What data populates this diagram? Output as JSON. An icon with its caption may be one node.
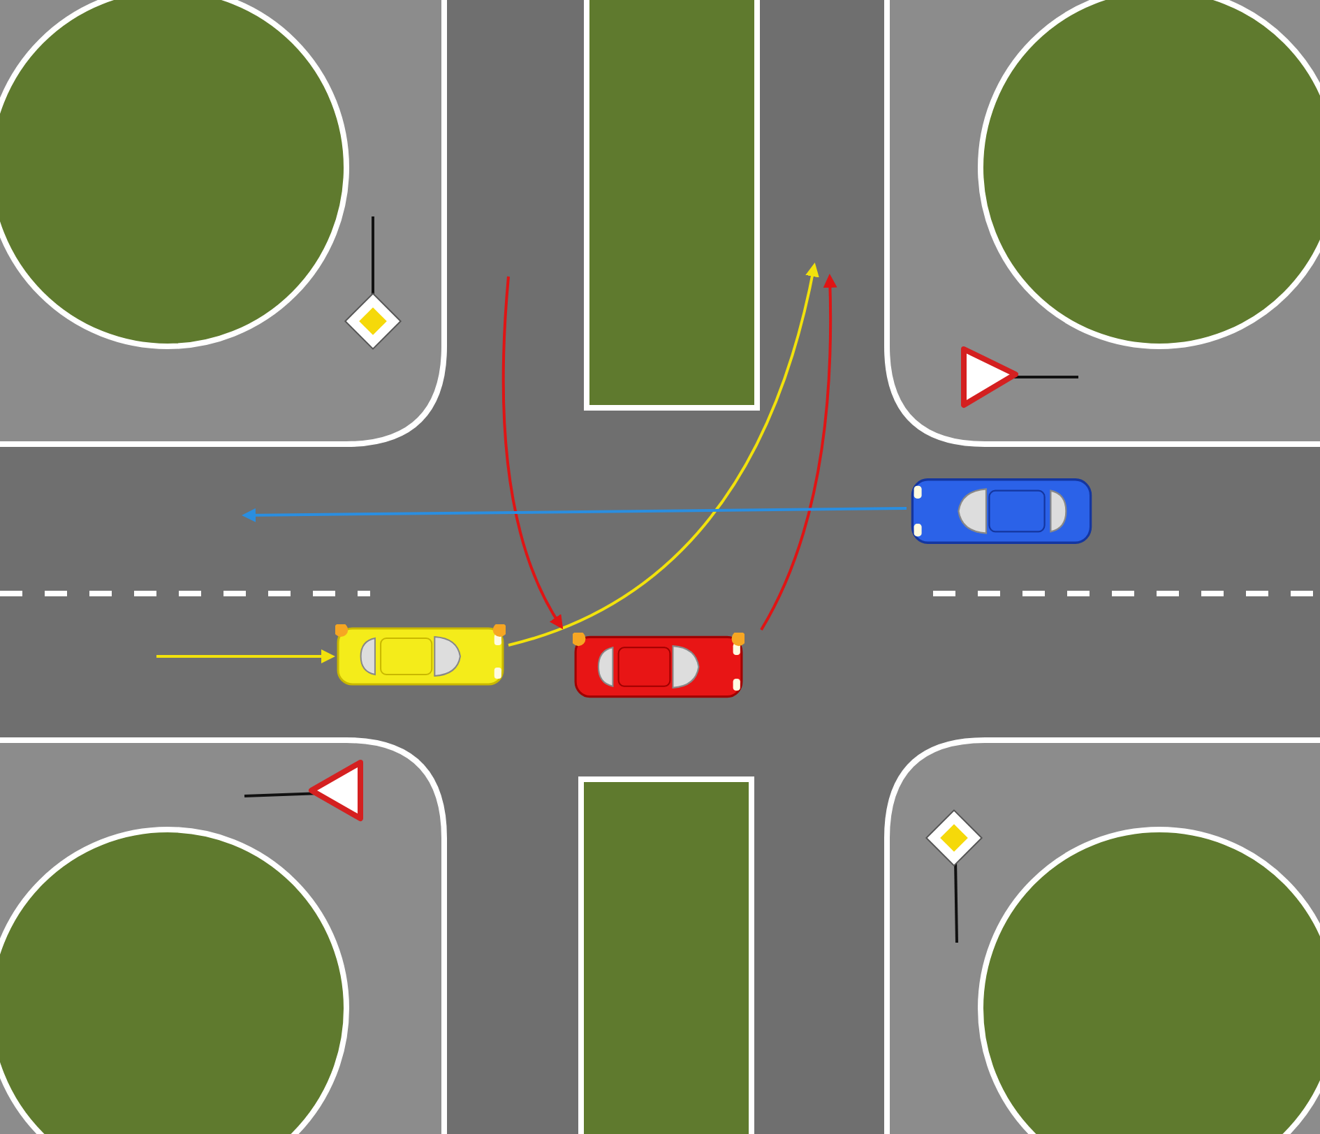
{
  "diagram": {
    "nodes": [
      {
        "text": [],
        "shape": "car"
      },
      {
        "text": [],
        "shape": "car"
      },
      {
        "text": [],
        "shape": "car"
      }
    ],
    "edges": [
      {
        "from": null,
        "to": 0,
        "arrow": "to",
        "color": "#f2e20c"
      },
      {
        "from": 0,
        "to": null,
        "arrow": "to",
        "color": "#f2e20c"
      },
      {
        "from": null,
        "to": 1,
        "arrow": "to",
        "color": "#e01414"
      },
      {
        "from": 1,
        "to": null,
        "arrow": "to",
        "color": "#e01414"
      },
      {
        "from": 2,
        "to": null,
        "arrow": "to",
        "color": "#2a8ee0"
      }
    ]
  }
}
